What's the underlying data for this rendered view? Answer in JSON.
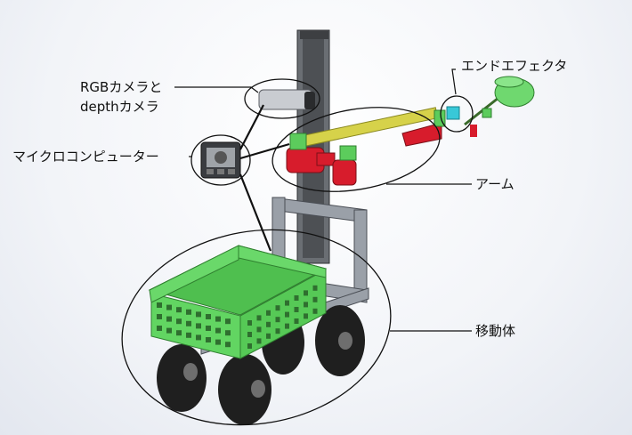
{
  "labels": {
    "rgb_depth_camera_line1": "RGBカメラと",
    "rgb_depth_camera_line2": "depthカメラ",
    "microcomputer": "マイクロコンピューター",
    "end_effector": "エンドエフェクタ",
    "arm": "アーム",
    "mobile_base": "移動体"
  },
  "colors": {
    "basket": "#5fcf5f",
    "basket_dark": "#3f9f3f",
    "arm_red": "#d71c2c",
    "arm_yellow": "#d6d24a",
    "effector_cyan": "#38c8d8",
    "frame_gray": "#8a8f97",
    "tower_dark": "#55585c",
    "wheel": "#1c1c1c"
  }
}
